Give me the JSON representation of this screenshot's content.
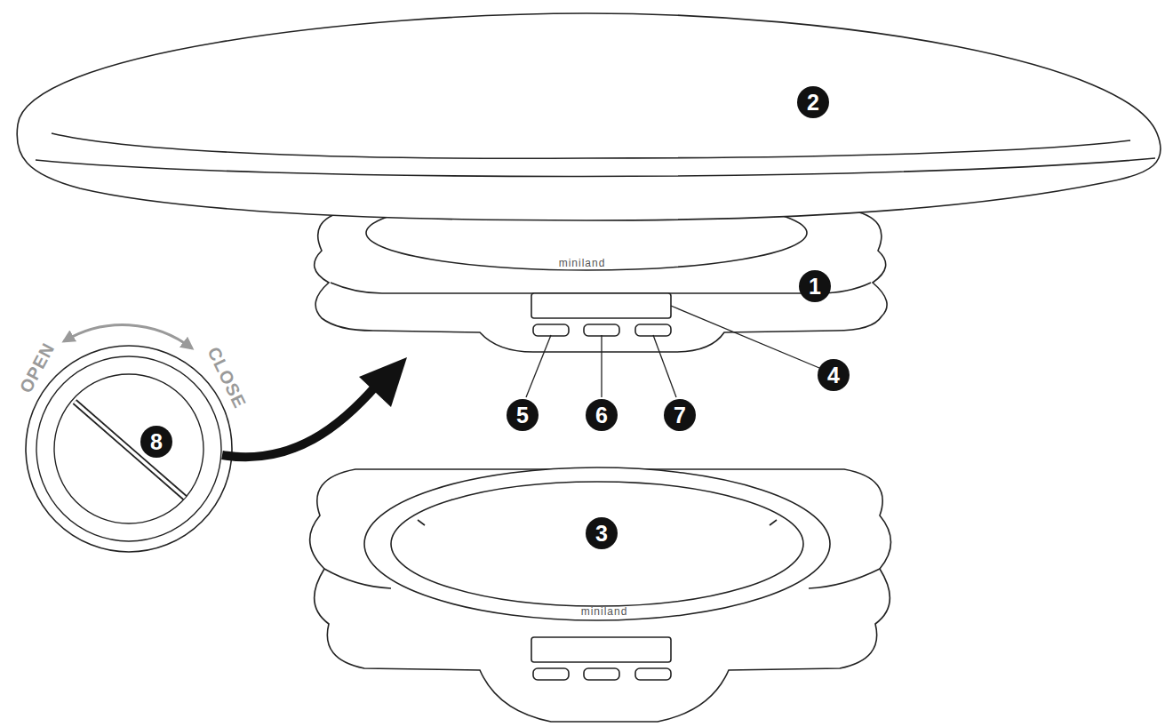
{
  "diagram": {
    "labels": [
      "2",
      "miniland",
      "1",
      "4",
      "OPEN",
      "CLOSE",
      "8",
      "5",
      "6",
      "7",
      "3",
      "miniland"
    ]
  }
}
